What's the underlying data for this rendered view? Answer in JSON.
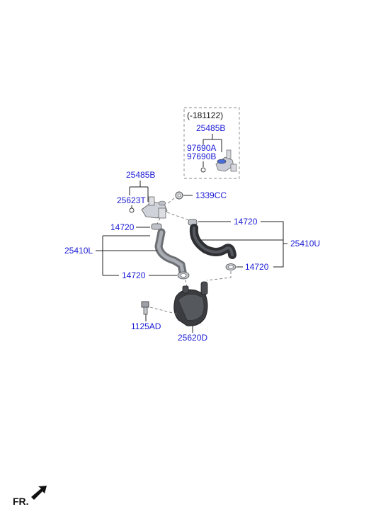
{
  "diagram": {
    "variant_box": {
      "date_note": "(-181122)",
      "parts": [
        "25485B",
        "97690A",
        "97690B"
      ]
    },
    "labels": {
      "upper_fitting": "25485B",
      "oring": "25623T",
      "bolt_top": "1339CC",
      "clamp_left_top": "14720",
      "clamp_right_top": "14720",
      "hose_lower_left": "25410L",
      "hose_upper_right": "25410U",
      "clamp_left_bottom": "14720",
      "clamp_right_bottom": "14720",
      "bolt_bottom": "1125AD",
      "oil_cooler": "25620D"
    },
    "front_indicator": "FR."
  }
}
